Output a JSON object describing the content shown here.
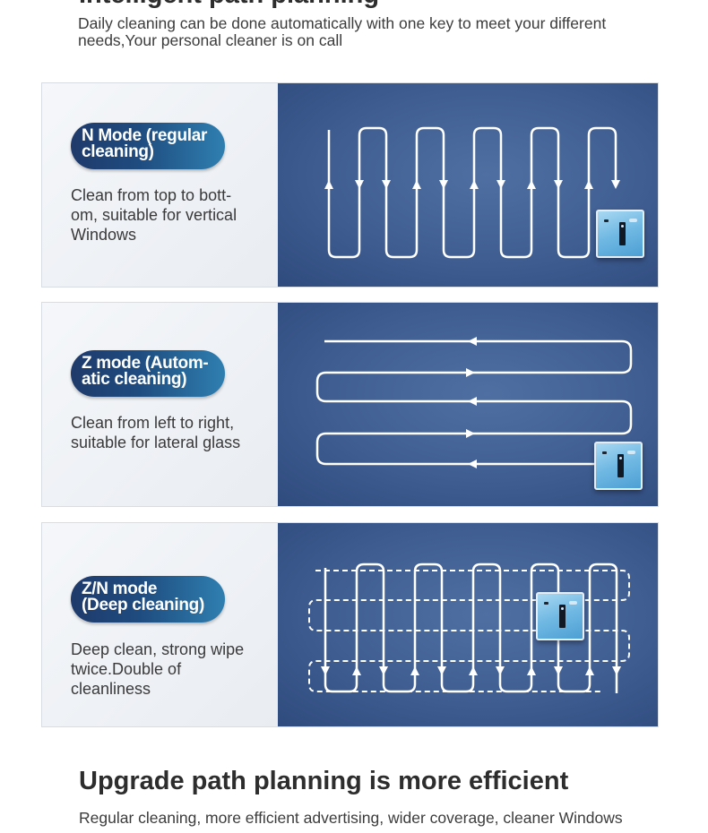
{
  "header": {
    "title": "Intelligent path planning",
    "intro": "Daily cleaning can be done automatically with one key to meet your different needs,Your personal cleaner is on call"
  },
  "modes": [
    {
      "pill_lines": [
        "N Mode (regular",
        "cleaning)"
      ],
      "desc_lines": [
        "Clean from top to bott-",
        "om, suitable for vertical",
        "Windows"
      ]
    },
    {
      "pill_lines": [
        "Z mode (Autom-",
        "atic cleaning)"
      ],
      "desc_lines": [
        "Clean from left to right,",
        "suitable for lateral glass"
      ]
    },
    {
      "pill_lines": [
        "Z/N mode",
        "(Deep cleaning)"
      ],
      "desc_lines": [
        "Deep clean, strong wipe",
        "twice.Double of",
        "cleanliness"
      ]
    }
  ],
  "footer": {
    "title": "Upgrade path planning is more efficient",
    "desc": "Regular cleaning, more efficient advertising, wider coverage, cleaner Windows"
  },
  "colors": {
    "panel_blue": "#3f5d91",
    "pill_dark": "#1f3a6b",
    "pill_light": "#2f7fb0",
    "robot_blue": "#6fb8e3"
  },
  "icons": [
    "robot-cleaner-icon",
    "path-arrow-icon"
  ]
}
